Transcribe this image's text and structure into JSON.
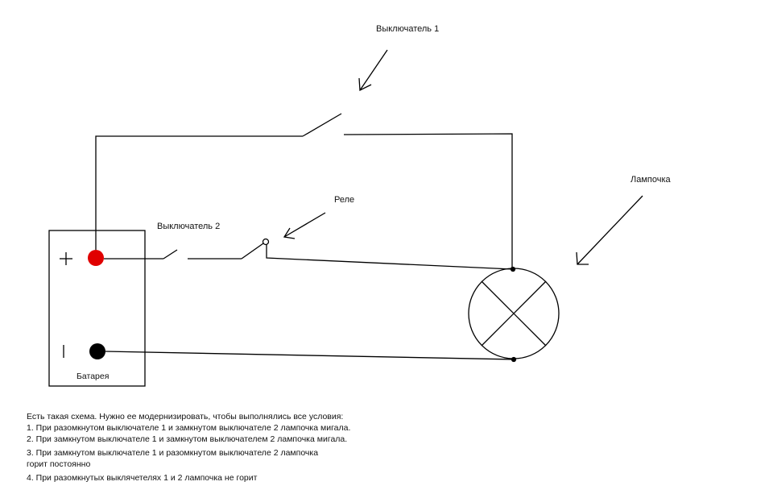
{
  "labels": {
    "switch1": "Выключатель 1",
    "switch2": "Выключатель 2",
    "relay": "Реле",
    "lamp": "Лампочка",
    "battery": "Батарея",
    "plus": "+",
    "minus": "|"
  },
  "description": {
    "intro": "Есть такая схема. Нужно ее модернизировать, чтобы выполнялись все условия:",
    "conditions": [
      "1. При разомкнутом выключателе 1 и замкнутом выключателе 2 лампочка мигала.",
      "2. При замкнутом выключателе 1 и замкнутом выключателем 2 лампочка мигала.",
      "3. При замкнутом выключателе 1 и разомкнутом выключателе 2 лампочка",
      "горит постоянно",
      "4. При разомкнутых выклячетелях 1 и 2 лампочка не горит"
    ]
  },
  "colors": {
    "positive_terminal": "#e00000",
    "negative_terminal": "#000000"
  }
}
